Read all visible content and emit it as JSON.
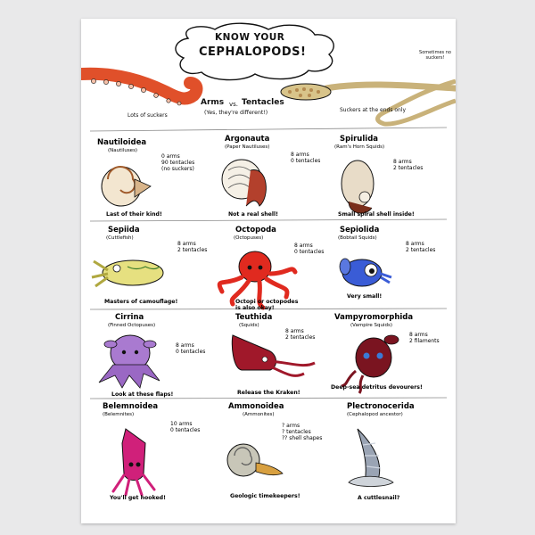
{
  "poster": {
    "title_line1": "KNOW YOUR",
    "title_line2": "CEPHALOPODS!",
    "intro": {
      "arms_label": "Arms",
      "vs_label": "vs.",
      "tentacles_label": "Tentacles",
      "note": "(Yes, they're different!)",
      "lots_of_suckers": "Lots of suckers",
      "suckers_at_ends": "Suckers at the ends only",
      "sometimes_no_suckers": "Sometimes no suckers!"
    },
    "cells": [
      {
        "name": "Nautiloidea",
        "common": "(Nautiluses)",
        "annotation": "0 arms\n90 tentacles\n(no suckers)",
        "caption": "Last of their kind!"
      },
      {
        "name": "Argonauta",
        "common": "(Paper Nautiluses)",
        "annotation": "8 arms\n0 tentacles",
        "caption": "Not a real shell!"
      },
      {
        "name": "Spirulida",
        "common": "(Ram's Horn Squids)",
        "annotation": "8 arms\n2 tentacles",
        "caption": "Small spiral shell inside!"
      },
      {
        "name": "Sepiida",
        "common": "(Cuttlefish)",
        "annotation": "8 arms\n2 tentacles",
        "caption": "Masters of camouflage!"
      },
      {
        "name": "Octopoda",
        "common": "(Octopuses)",
        "annotation": "8 arms\n0 tentacles",
        "caption": "Octopi or octopodes\nis also okay!"
      },
      {
        "name": "Sepiolida",
        "common": "(Bobtail Squids)",
        "annotation": "8 arms\n2 tentacles",
        "caption": "Very small!"
      },
      {
        "name": "Cirrina",
        "common": "(Finned Octopuses)",
        "annotation": "8 arms\n0 tentacles",
        "caption": "Look at these flaps!"
      },
      {
        "name": "Teuthida",
        "common": "(Squids)",
        "annotation": "8 arms\n2 tentacles",
        "caption": "Release the Kraken!"
      },
      {
        "name": "Vampyromorphida",
        "common": "(Vampire Squids)",
        "annotation": "8 arms\n2 filaments",
        "caption": "Deep-sea detritus devourers!"
      },
      {
        "name": "Belemnoidea",
        "common": "(Belemnites)",
        "annotation": "10 arms\n0 tentacles",
        "caption": "You'll get hooked!"
      },
      {
        "name": "Ammonoidea",
        "common": "(Ammonites)",
        "annotation": "? arms\n? tentacles\n?? shell shapes",
        "caption": "Geologic timekeepers!"
      },
      {
        "name": "Plectronocerida",
        "common": "(Cephalopod ancestor)",
        "annotation": "",
        "caption": "A cuttlesnail?"
      }
    ],
    "colors": {
      "octopus_arm": "#e0502a",
      "squid_tentacle": "#c9b27a",
      "nautilus": "#d8b48a",
      "argonaut": "#b3402c",
      "spirula": "#e8dcc8",
      "cuttlefish": "#e6e080",
      "octopus": "#e02a1f",
      "bobtail": "#3a5cd6",
      "cirrina": "#a97ad0",
      "squid": "#a0182a",
      "vampire": "#7a1420",
      "belemnite": "#d0207a",
      "ammonite": "#8a8a80",
      "plectronoceras": "#9aa4b4"
    }
  }
}
